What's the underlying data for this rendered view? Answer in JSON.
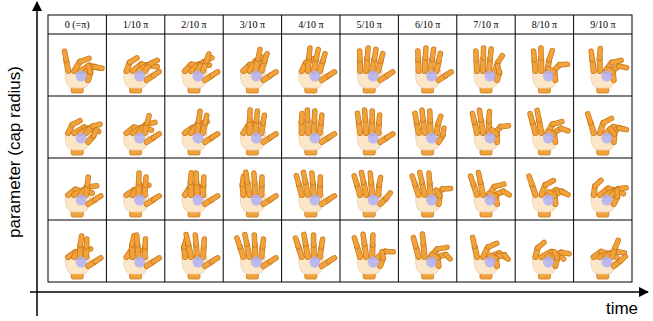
{
  "diagram": {
    "labels": [
      "0 (=π)",
      "1/10 π",
      "2/10 π",
      "3/10 π",
      "4/10 π",
      "5/10 π",
      "6/10 π",
      "7/10 π",
      "8/10 π",
      "9/10 π",
      "parameter (cap radius)",
      "time"
    ]
  }
}
